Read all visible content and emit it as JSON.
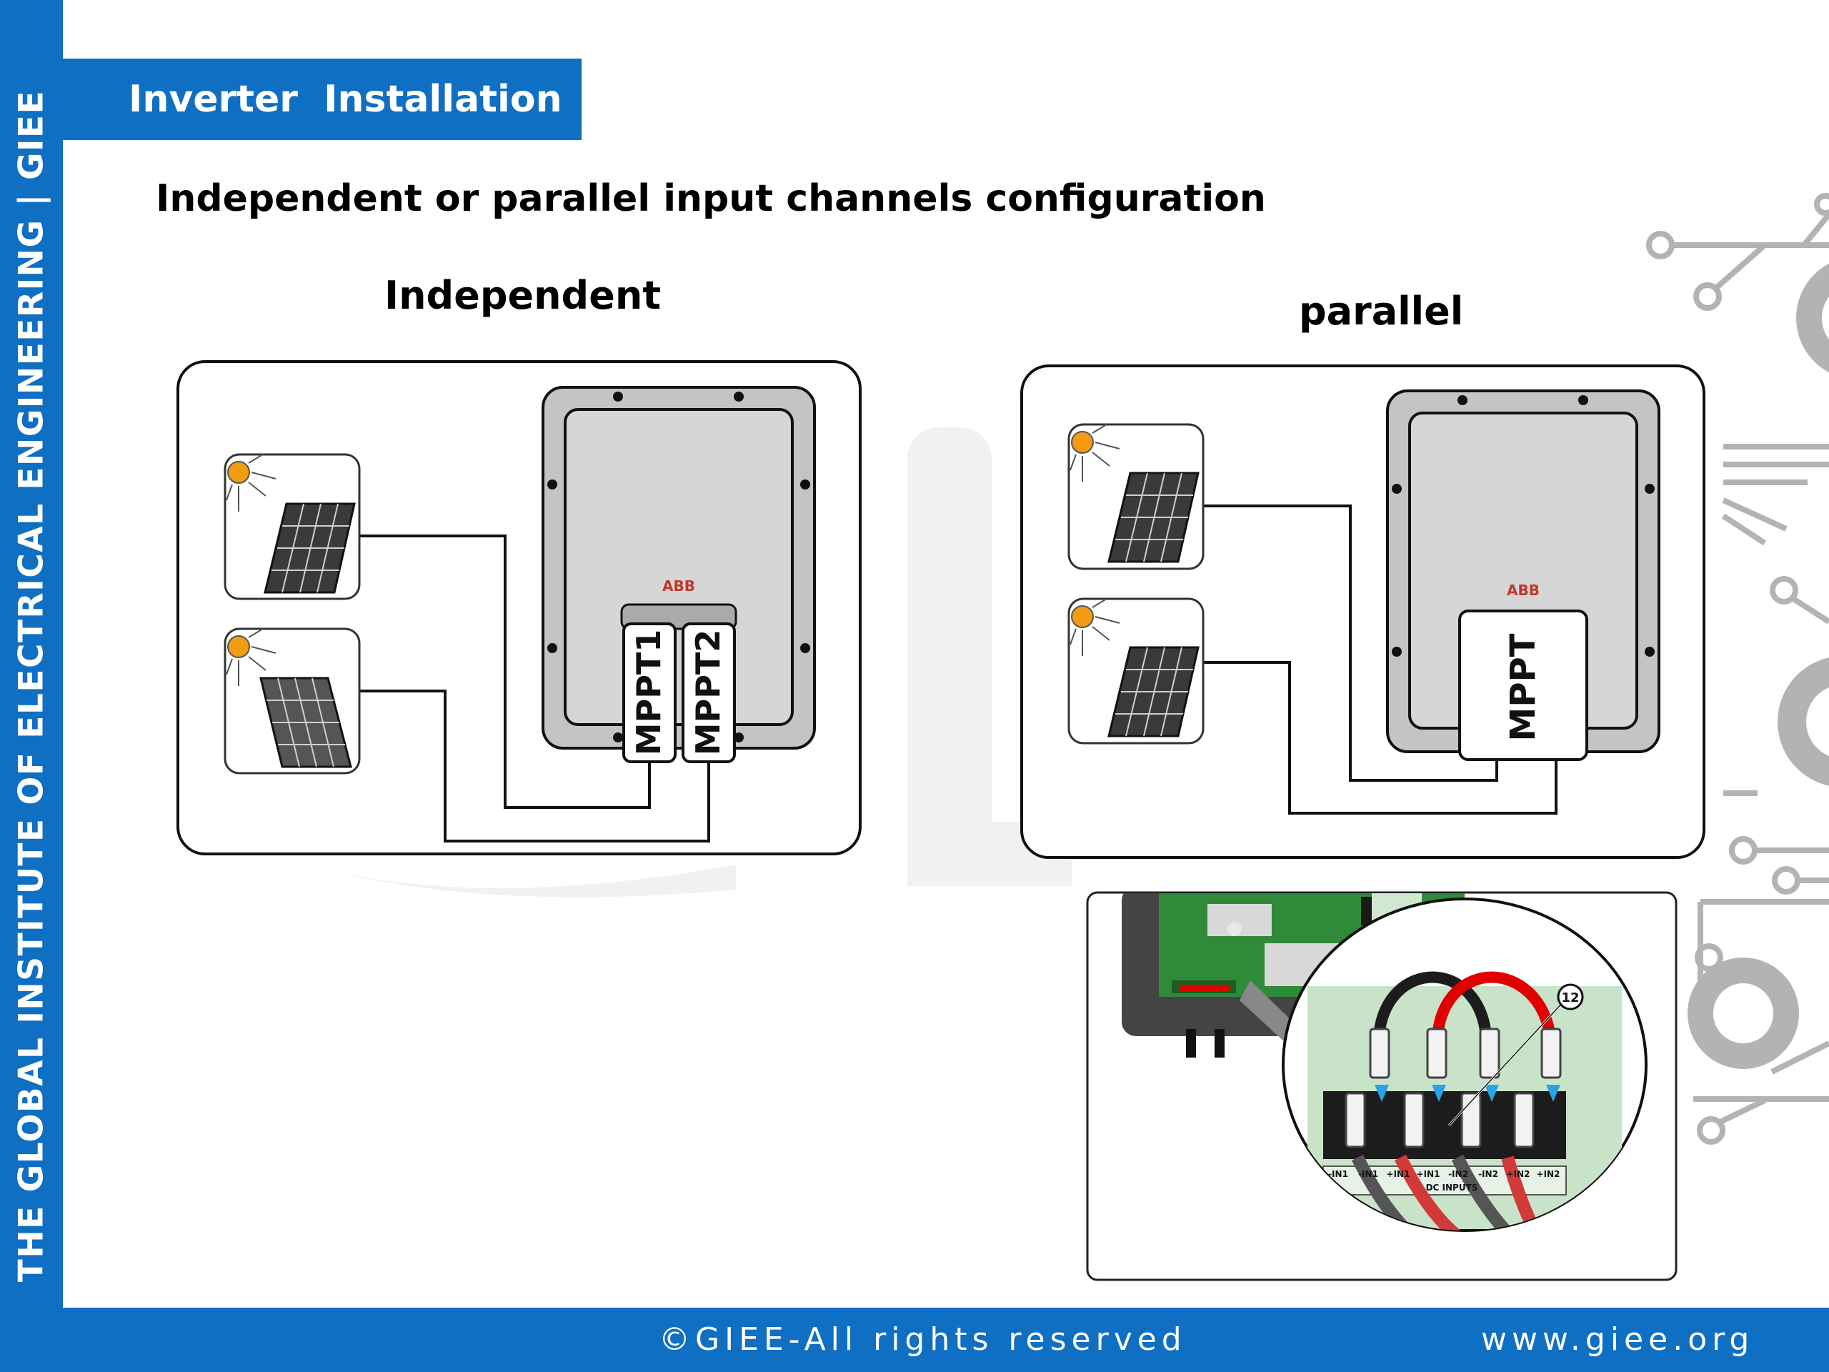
{
  "sidebar": {
    "text": "THE GLOBAL INSTITUTE OF ELECTRICAL ENGINEERING | GIEE"
  },
  "header": {
    "title": "Inverter  Installation"
  },
  "heading": "Independent or parallel input channels configuration",
  "independent": {
    "label": "Independent",
    "brand": "ABB",
    "mppt1": "MPPT1",
    "mppt2": "MPPT2"
  },
  "parallel": {
    "label": "parallel",
    "brand": "ABB",
    "mppt": "MPPT"
  },
  "detail": {
    "callout": "12",
    "terminals": [
      "-IN1",
      "-IN1",
      "+IN1",
      "+IN1",
      "-IN2",
      "-IN2",
      "+IN2",
      "+IN2"
    ],
    "terminal_caption": "DC INPUTS"
  },
  "footer": {
    "copyright": "©GIEE-All rights reserved",
    "website": "www.giee.org"
  },
  "colors": {
    "brand_blue": "#0f6fc2",
    "circuit_gray": "#b3b3b3",
    "sun": "#f39c12",
    "red_wire": "#e00000"
  }
}
